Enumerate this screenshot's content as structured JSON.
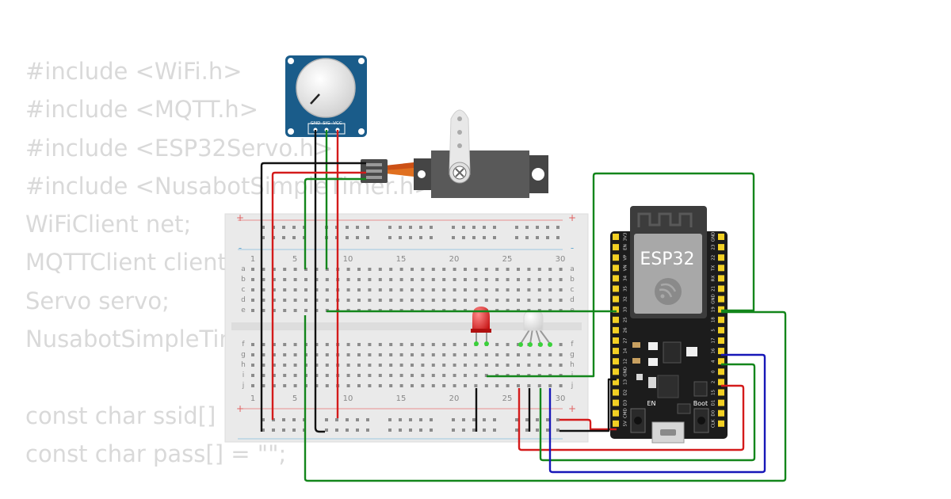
{
  "code_lines": [
    "#include <WiFi.h>",
    "#include <MQTT.h>",
    "#include <ESP32Servo.h>",
    "#include <NusabotSimpleTimer.h>",
    "WiFiClient net;",
    "MQTTClient client;",
    "Servo servo;",
    "NusabotSimpleTimer timer;",
    "",
    "const char ssid[] = \"Wokwi-GUEST\";",
    "const char pass[] = \"\";"
  ],
  "potentiometer": {
    "pins": [
      "GND",
      "SIG",
      "VCC"
    ]
  },
  "breadboard": {
    "column_numbers": [
      "1",
      "5",
      "10",
      "15",
      "20",
      "25",
      "30"
    ],
    "row_letters_top": [
      "a",
      "b",
      "c",
      "d",
      "e"
    ],
    "row_letters_bottom": [
      "f",
      "g",
      "h",
      "i",
      "j"
    ],
    "rail_marks": [
      "+",
      "-"
    ]
  },
  "esp32": {
    "label": "ESP32",
    "left_pins": [
      "3V3",
      "EN",
      "VP",
      "VN",
      "34",
      "35",
      "32",
      "33",
      "25",
      "26",
      "27",
      "14",
      "12",
      "GND",
      "13",
      "D2",
      "D3",
      "CMD",
      "5V"
    ],
    "right_pins": [
      "GND",
      "23",
      "22",
      "TX",
      "RX",
      "21",
      "GND",
      "19",
      "18",
      "5",
      "17",
      "16",
      "4",
      "0",
      "2",
      "15",
      "D1",
      "D0",
      "CLK"
    ],
    "button_en": "EN",
    "button_boot": "Boot"
  },
  "colors": {
    "wire_green": "#13861b",
    "wire_red": "#d41b1b",
    "wire_black": "#111111",
    "wire_blue": "#1717b8",
    "pot_board": "#1a5c8a",
    "led_red": "#e02020",
    "esp_board": "#1c1c1c"
  }
}
